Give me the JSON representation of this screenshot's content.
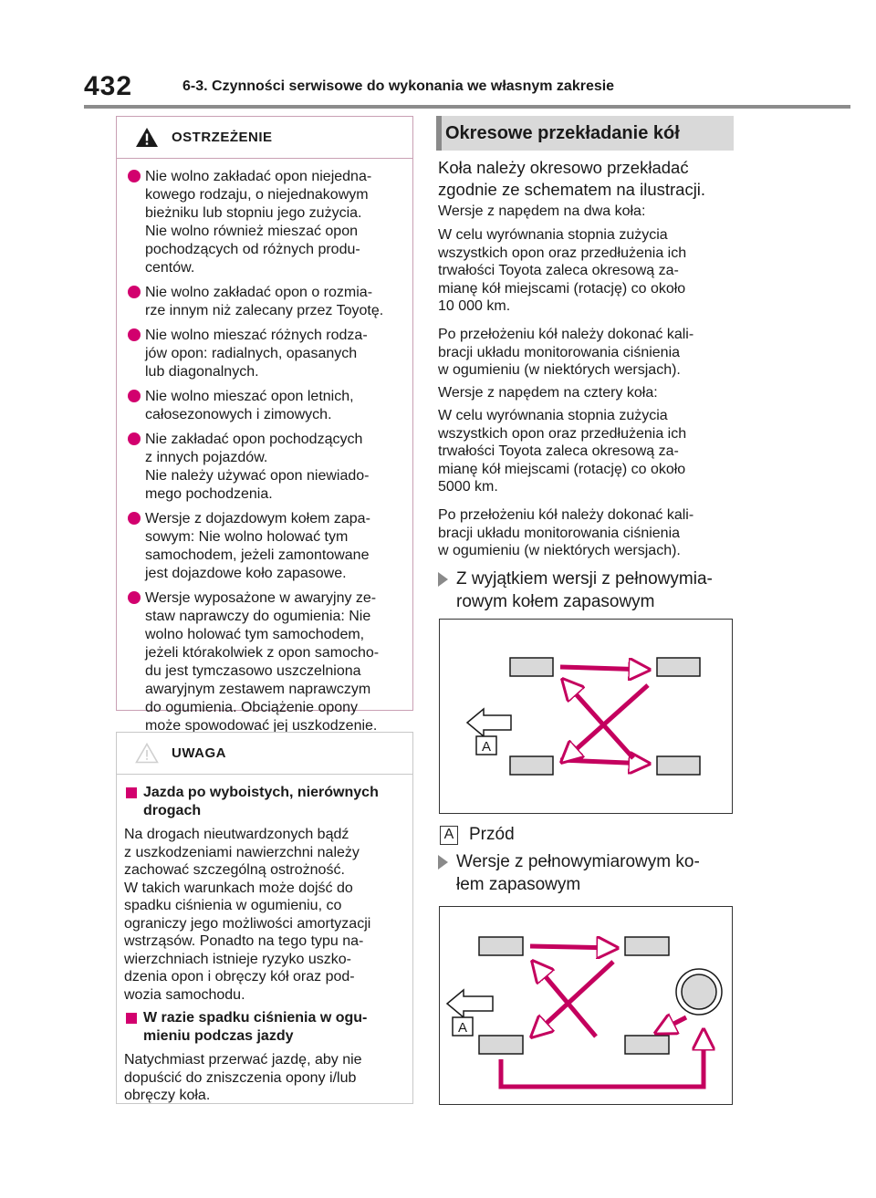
{
  "header": {
    "page_number": "432",
    "section_title": "6-3. Czynności serwisowe do wykonania we własnym zakresie"
  },
  "warning_box": {
    "title": "OSTRZEŻENIE",
    "items": [
      "Nie wolno zakładać opon niejedna-\nkowego rodzaju, o niejednakowym\nbieżniku lub stopniu jego zużycia.\n Nie wolno również mieszać opon\n pochodzących od różnych produ-\n centów.",
      "Nie wolno zakładać opon o rozmia-\nrze innym niż zalecany przez Toyotę.",
      "Nie wolno mieszać różnych rodza-\njów opon: radialnych, opasanych\nlub diagonalnych.",
      "Nie wolno mieszać opon letnich,\ncałosezonowych i zimowych.",
      "Nie zakładać opon pochodzących\nz innych pojazdów.\n Nie należy używać opon niewiado-\n mego pochodzenia.",
      "Wersje z dojazdowym kołem zapa-\nsowym: Nie wolno holować tym\nsamochodem, jeżeli zamontowane\njest dojazdowe koło zapasowe.",
      "Wersje wyposażone w awaryjny ze-\nstaw naprawczy do ogumienia: Nie\nwolno holować tym samochodem,\njeżeli którakolwiek z opon samocho-\ndu jest tymczasowo uszczelniona\nawaryjnym zestawem naprawczym\ndo ogumienia. Obciążenie opony\nmoże spowodować jej uszkodzenie."
    ]
  },
  "caution_box": {
    "title": "UWAGA",
    "heading1": "Jazda po wyboistych, nierównych\ndrogach",
    "para1": "Na drogach nieutwardzonych bądź\nz uszkodzeniami nawierzchni należy\nzachować szczególną ostrożność.\nW takich warunkach może dojść do\nspadku ciśnienia w ogumieniu, co\nograniczy jego możliwości amortyzacji\nwstrząsów. Ponadto na tego typu na-\nwierzchniach istnieje ryzyko uszko-\ndzenia opon i obręczy kół oraz pod-\nwozia samochodu.",
    "heading2": "W razie spadku ciśnienia w ogu-\nmieniu podczas jazdy",
    "para2": "Natychmiast przerwać jazdę, aby nie\ndopuścić do zniszczenia opony i/lub\nobręczy koła."
  },
  "rotation": {
    "title": "Okresowe przekładanie kół",
    "intro": "Koła należy okresowo przekładać\nzgodnie ze schematem na ilustracji.",
    "two_wd_label": "Wersje z napędem na dwa koła:",
    "two_wd_text": "W celu wyrównania stopnia zużycia\nwszystkich opon oraz przedłużenia ich\ntrwałości Toyota zaleca okresową za-\nmianę kół miejscami (rotację) co około\n10 000 km.",
    "two_wd_note": "Po przełożeniu kół należy dokonać kali-\nbracji układu monitorowania ciśnienia\nw ogumieniu (w niektórych wersjach).",
    "four_wd_label": "Wersje z napędem na cztery koła:",
    "four_wd_text": "W celu wyrównania stopnia zużycia\nwszystkich opon oraz przedłużenia ich\ntrwałości Toyota zaleca okresową za-\nmianę kół miejscami (rotację) co około\n5000 km.",
    "four_wd_note": "Po przełożeniu kół należy dokonać kali-\nbracji układu monitorowania ciśnienia\nw ogumieniu (w niektórych wersjach).",
    "variant1": "Z wyjątkiem wersji z pełnowymia-\nrowym kołem zapasowym",
    "variant2": "Wersje z pełnowymiarowym ko-\nłem zapasowym",
    "legend_key": "A",
    "legend_label": "Przód",
    "diagram_key": "A"
  },
  "colors": {
    "warning_accent": "#d2006e",
    "tire_fill": "#d9d9d9",
    "rule_gray": "#8c8c8c"
  }
}
